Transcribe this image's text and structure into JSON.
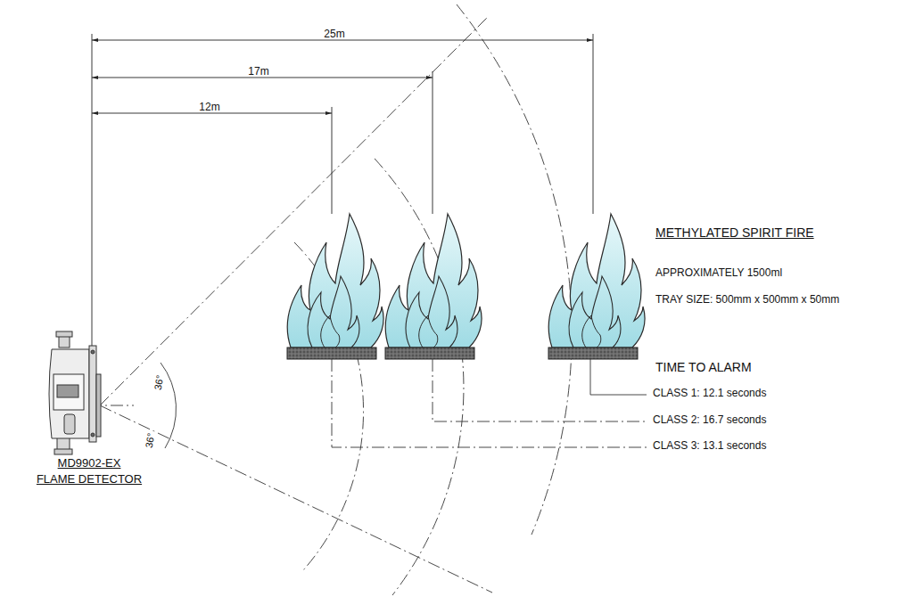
{
  "diagram": {
    "labels": [
      "25m",
      "17m",
      "12m",
      "36°",
      "36°",
      "MD9902-EX",
      "FLAME DETECTOR",
      "METHYLATED SPIRIT FIRE",
      "APPROXIMATELY 1500ml",
      "TRAY SIZE: 500mm x 500mm x 50mm",
      "TIME TO ALARM",
      "CLASS 1: 12.1 seconds",
      "CLASS 2: 16.7 seconds",
      "CLASS 3: 13.1 seconds"
    ]
  }
}
